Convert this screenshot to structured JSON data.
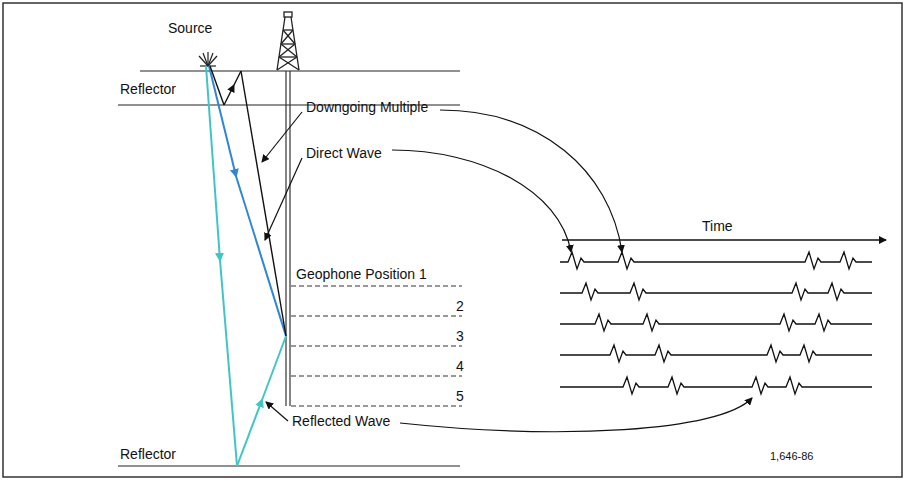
{
  "diagram": {
    "labels": [
      "Source",
      "Reflector",
      "Downgoing Multiple",
      "Direct Wave",
      "Time",
      "Geophone Position 1",
      "2",
      "3",
      "4",
      "5",
      "Reflector",
      "Reflected Wave",
      "1,646-86"
    ]
  }
}
